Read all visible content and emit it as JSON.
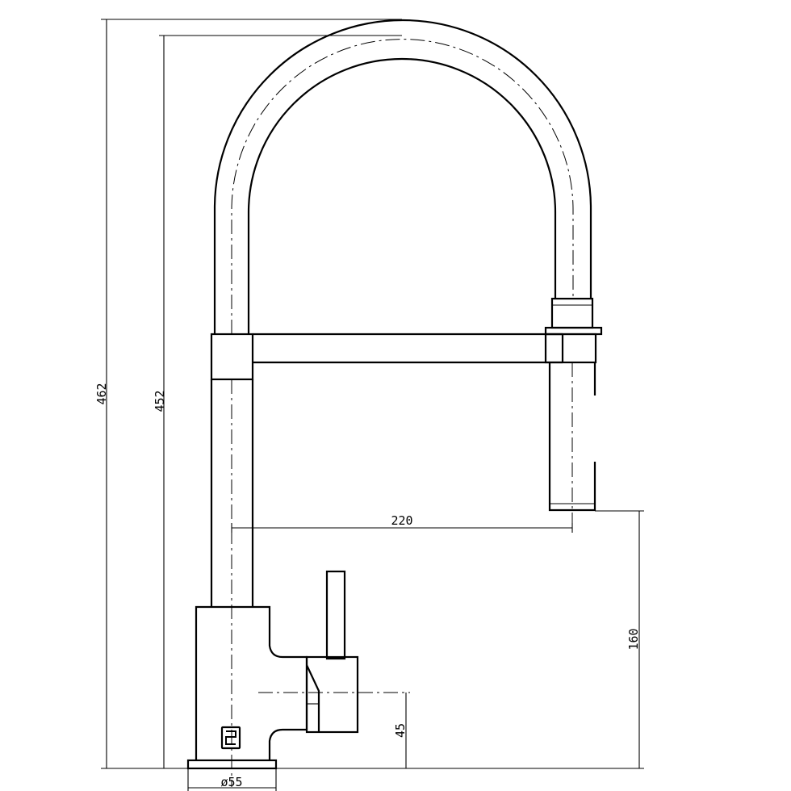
{
  "drawing": {
    "subject": "",
    "dimensions": {
      "overall_height": "462",
      "spout_height": "452",
      "spout_reach": "220",
      "outlet_height": "160",
      "lever_axis_height": "45",
      "base_diameter": "ø55"
    },
    "logo_icon": "brand-logo-icon"
  }
}
